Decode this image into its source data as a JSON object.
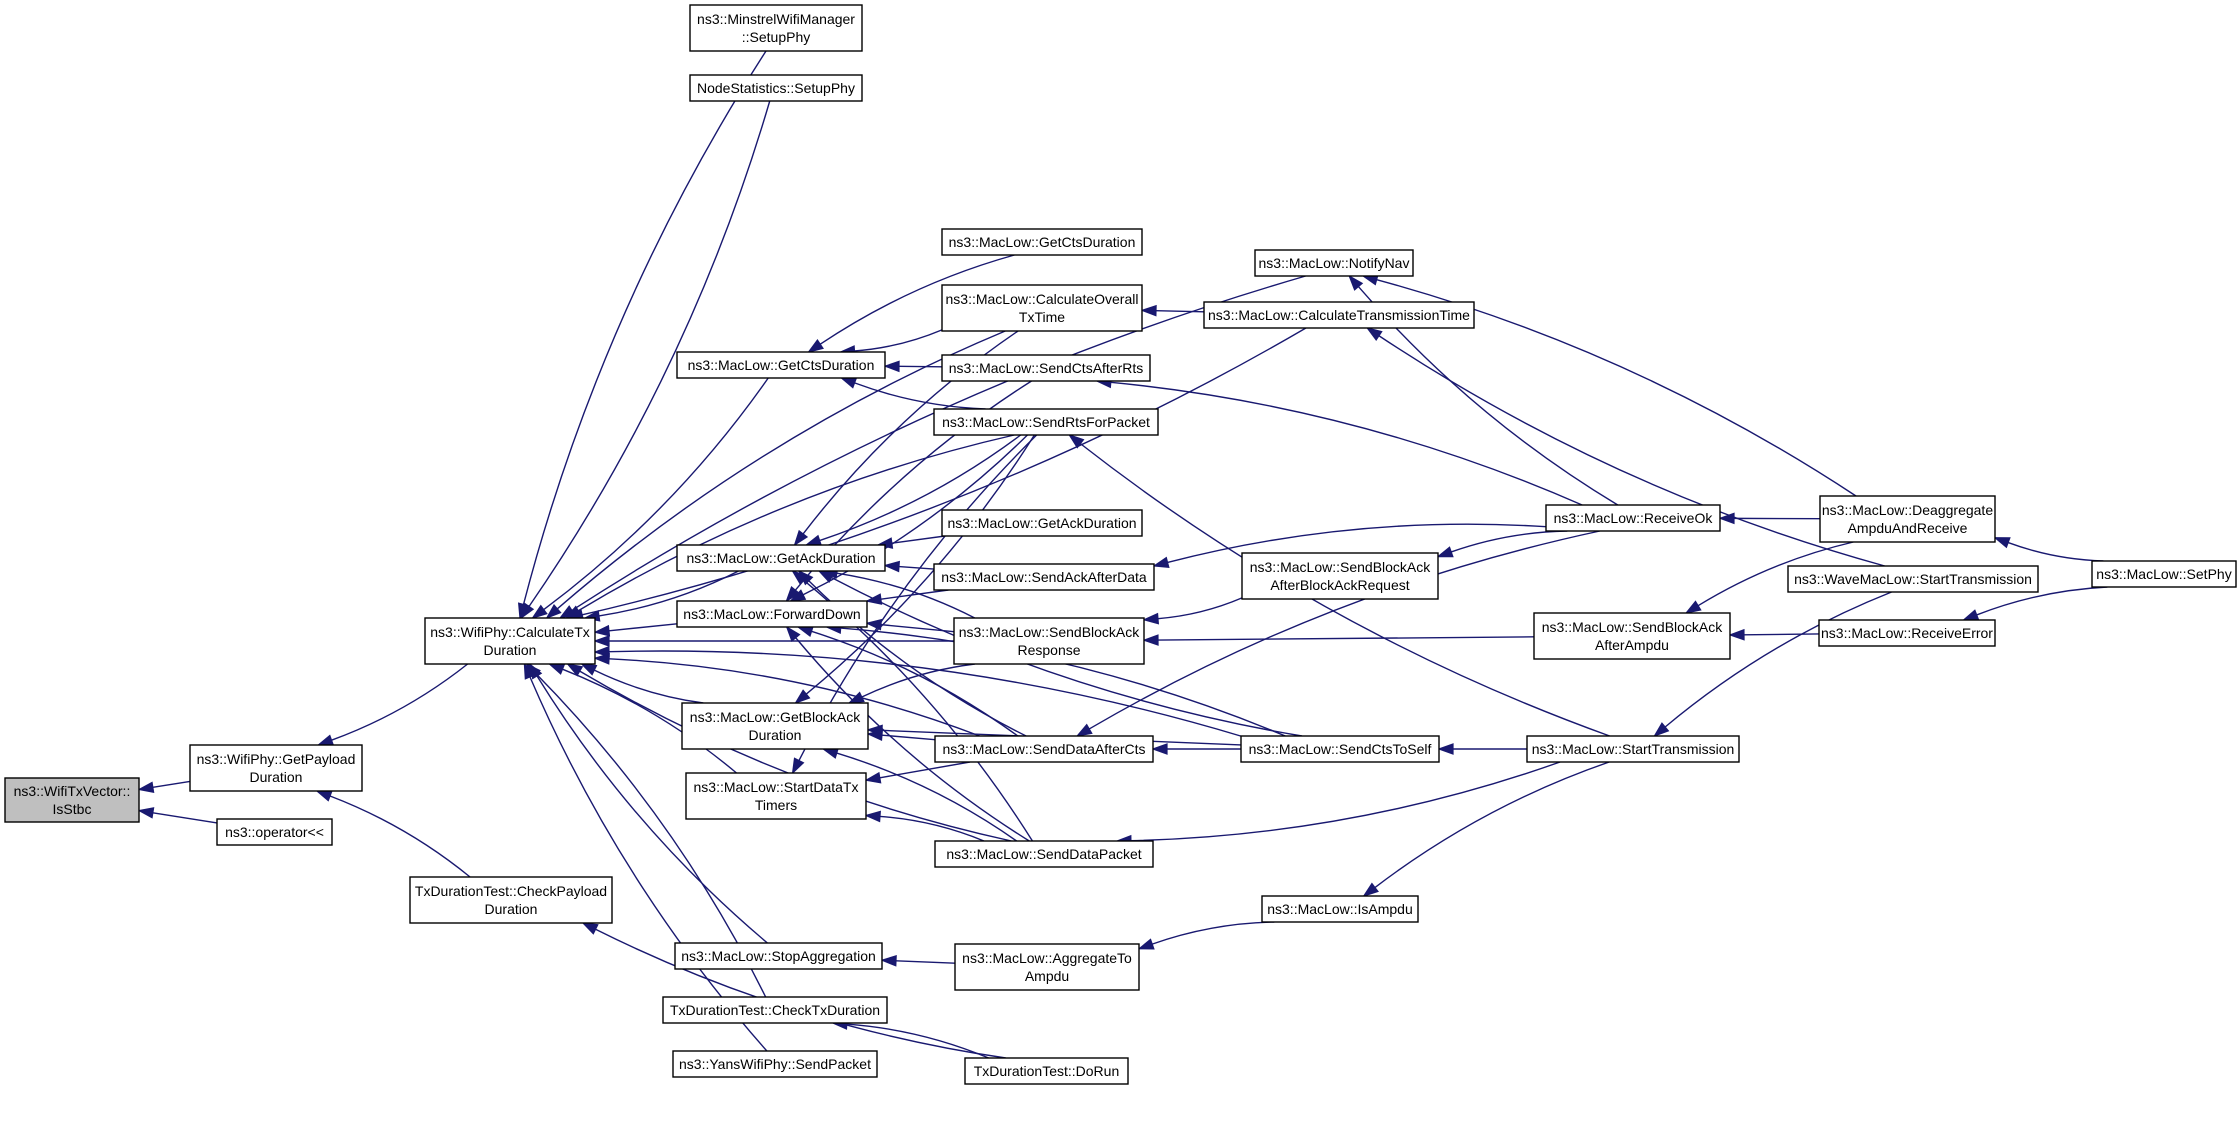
{
  "nodes": [
    {
      "id": "isstbc",
      "lines": [
        "ns3::WifiTxVector::",
        "IsStbc"
      ],
      "root": true
    },
    {
      "id": "getpayload",
      "lines": [
        "ns3::WifiPhy::GetPayload",
        "Duration"
      ]
    },
    {
      "id": "oplt",
      "lines": [
        "ns3::operator<<"
      ]
    },
    {
      "id": "calctx",
      "lines": [
        "ns3::WifiPhy::CalculateTx",
        "Duration"
      ]
    },
    {
      "id": "txchkpay",
      "lines": [
        "TxDurationTest::CheckPayload",
        "Duration"
      ]
    },
    {
      "id": "minstrel",
      "lines": [
        "ns3::MinstrelWifiManager",
        "::SetupPhy"
      ]
    },
    {
      "id": "nodestat",
      "lines": [
        "NodeStatistics::SetupPhy"
      ]
    },
    {
      "id": "getcts",
      "lines": [
        "ns3::MacLow::GetCtsDuration"
      ]
    },
    {
      "id": "getack",
      "lines": [
        "ns3::MacLow::GetAckDuration"
      ]
    },
    {
      "id": "fwd",
      "lines": [
        "ns3::MacLow::ForwardDown"
      ]
    },
    {
      "id": "getba",
      "lines": [
        "ns3::MacLow::GetBlockAck",
        "Duration"
      ]
    },
    {
      "id": "startdata",
      "lines": [
        "ns3::MacLow::StartDataTx",
        "Timers"
      ]
    },
    {
      "id": "stopagg",
      "lines": [
        "ns3::MacLow::StopAggregation"
      ]
    },
    {
      "id": "txchktx",
      "lines": [
        "TxDurationTest::CheckTxDuration"
      ]
    },
    {
      "id": "yans",
      "lines": [
        "ns3::YansWifiPhy::SendPacket"
      ]
    },
    {
      "id": "getcts2",
      "lines": [
        "ns3::MacLow::GetCtsDuration"
      ]
    },
    {
      "id": "calcover",
      "lines": [
        "ns3::MacLow::CalculateOverall",
        "TxTime"
      ]
    },
    {
      "id": "sendctsrts",
      "lines": [
        "ns3::MacLow::SendCtsAfterRts"
      ]
    },
    {
      "id": "sendrts",
      "lines": [
        "ns3::MacLow::SendRtsForPacket"
      ]
    },
    {
      "id": "getack2",
      "lines": [
        "ns3::MacLow::GetAckDuration"
      ]
    },
    {
      "id": "sendackdata",
      "lines": [
        "ns3::MacLow::SendAckAfterData"
      ]
    },
    {
      "id": "sendbaresp",
      "lines": [
        "ns3::MacLow::SendBlockAck",
        "Response"
      ]
    },
    {
      "id": "senddatacts",
      "lines": [
        "ns3::MacLow::SendDataAfterCts"
      ]
    },
    {
      "id": "senddatapkt",
      "lines": [
        "ns3::MacLow::SendDataPacket"
      ]
    },
    {
      "id": "aggto",
      "lines": [
        "ns3::MacLow::AggregateTo",
        "Ampdu"
      ]
    },
    {
      "id": "dorun",
      "lines": [
        "TxDurationTest::DoRun"
      ]
    },
    {
      "id": "notifynav",
      "lines": [
        "ns3::MacLow::NotifyNav"
      ]
    },
    {
      "id": "calctrans",
      "lines": [
        "ns3::MacLow::CalculateTransmissionTime"
      ]
    },
    {
      "id": "sendbabar",
      "lines": [
        "ns3::MacLow::SendBlockAck",
        "AfterBlockAckRequest"
      ]
    },
    {
      "id": "sendctsself",
      "lines": [
        "ns3::MacLow::SendCtsToSelf"
      ]
    },
    {
      "id": "isampdu",
      "lines": [
        "ns3::MacLow::IsAmpdu"
      ]
    },
    {
      "id": "receiveok",
      "lines": [
        "ns3::MacLow::ReceiveOk"
      ]
    },
    {
      "id": "sendbaampdu",
      "lines": [
        "ns3::MacLow::SendBlockAck",
        "AfterAmpdu"
      ]
    },
    {
      "id": "starttrans",
      "lines": [
        "ns3::MacLow::StartTransmission"
      ]
    },
    {
      "id": "deagg",
      "lines": [
        "ns3::MacLow::Deaggregate",
        "AmpduAndReceive"
      ]
    },
    {
      "id": "wavestart",
      "lines": [
        "ns3::WaveMacLow::StartTransmission"
      ]
    },
    {
      "id": "recverr",
      "lines": [
        "ns3::MacLow::ReceiveError"
      ]
    },
    {
      "id": "setphy",
      "lines": [
        "ns3::MacLow::SetPhy"
      ]
    }
  ],
  "edges": [
    {
      "from": "getpayload",
      "to": "isstbc"
    },
    {
      "from": "oplt",
      "to": "isstbc"
    },
    {
      "from": "calctx",
      "to": "getpayload"
    },
    {
      "from": "txchkpay",
      "to": "getpayload"
    },
    {
      "from": "dorun",
      "to": "txchkpay"
    },
    {
      "from": "minstrel",
      "to": "calctx"
    },
    {
      "from": "nodestat",
      "to": "calctx"
    },
    {
      "from": "notifynav",
      "to": "calctx"
    },
    {
      "from": "calctrans",
      "to": "calctx"
    },
    {
      "from": "calcover",
      "to": "calctx"
    },
    {
      "from": "getcts",
      "to": "calctx"
    },
    {
      "from": "sendrts",
      "to": "calctx"
    },
    {
      "from": "getack",
      "to": "calctx"
    },
    {
      "from": "fwd",
      "to": "calctx"
    },
    {
      "from": "sendbaresp",
      "to": "calctx"
    },
    {
      "from": "senddatacts",
      "to": "calctx"
    },
    {
      "from": "getba",
      "to": "calctx"
    },
    {
      "from": "startdata",
      "to": "calctx"
    },
    {
      "from": "senddatapkt",
      "to": "calctx"
    },
    {
      "from": "sendctsself",
      "to": "calctx"
    },
    {
      "from": "stopagg",
      "to": "calctx"
    },
    {
      "from": "txchktx",
      "to": "calctx"
    },
    {
      "from": "yans",
      "to": "calctx"
    },
    {
      "from": "getcts2",
      "to": "getcts"
    },
    {
      "from": "calcover",
      "to": "getcts"
    },
    {
      "from": "sendctsrts",
      "to": "getcts"
    },
    {
      "from": "sendrts",
      "to": "getcts"
    },
    {
      "from": "calcover",
      "to": "getack"
    },
    {
      "from": "sendrts",
      "to": "getack"
    },
    {
      "from": "getack2",
      "to": "getack"
    },
    {
      "from": "sendackdata",
      "to": "getack"
    },
    {
      "from": "sendbaresp",
      "to": "getack"
    },
    {
      "from": "senddatacts",
      "to": "getack"
    },
    {
      "from": "senddatapkt",
      "to": "getack"
    },
    {
      "from": "sendctsself",
      "to": "getack"
    },
    {
      "from": "sendctsrts",
      "to": "fwd"
    },
    {
      "from": "sendrts",
      "to": "fwd"
    },
    {
      "from": "sendackdata",
      "to": "fwd"
    },
    {
      "from": "sendbaresp",
      "to": "fwd"
    },
    {
      "from": "senddatacts",
      "to": "fwd"
    },
    {
      "from": "senddatapkt",
      "to": "fwd"
    },
    {
      "from": "sendctsself",
      "to": "fwd"
    },
    {
      "from": "sendrts",
      "to": "getba"
    },
    {
      "from": "sendbaresp",
      "to": "getba"
    },
    {
      "from": "senddatacts",
      "to": "getba"
    },
    {
      "from": "senddatapkt",
      "to": "getba"
    },
    {
      "from": "sendctsself",
      "to": "getba"
    },
    {
      "from": "sendrts",
      "to": "startdata"
    },
    {
      "from": "senddatacts",
      "to": "startdata"
    },
    {
      "from": "senddatapkt",
      "to": "startdata"
    },
    {
      "from": "aggto",
      "to": "stopagg"
    },
    {
      "from": "dorun",
      "to": "txchktx"
    },
    {
      "from": "calctrans",
      "to": "calcover"
    },
    {
      "from": "receiveok",
      "to": "sendctsrts"
    },
    {
      "from": "starttrans",
      "to": "sendrts"
    },
    {
      "from": "receiveok",
      "to": "sendackdata"
    },
    {
      "from": "sendbabar",
      "to": "sendbaresp"
    },
    {
      "from": "sendbaampdu",
      "to": "sendbaresp"
    },
    {
      "from": "sendctsself",
      "to": "senddatacts"
    },
    {
      "from": "receiveok",
      "to": "senddatacts"
    },
    {
      "from": "starttrans",
      "to": "senddatapkt"
    },
    {
      "from": "isampdu",
      "to": "aggto"
    },
    {
      "from": "receiveok",
      "to": "notifynav"
    },
    {
      "from": "deagg",
      "to": "notifynav"
    },
    {
      "from": "wavestart",
      "to": "calctrans"
    },
    {
      "from": "receiveok",
      "to": "sendbabar"
    },
    {
      "from": "starttrans",
      "to": "sendctsself"
    },
    {
      "from": "starttrans",
      "to": "isampdu"
    },
    {
      "from": "deagg",
      "to": "receiveok"
    },
    {
      "from": "deagg",
      "to": "sendbaampdu"
    },
    {
      "from": "recverr",
      "to": "sendbaampdu"
    },
    {
      "from": "wavestart",
      "to": "starttrans"
    },
    {
      "from": "setphy",
      "to": "deagg"
    },
    {
      "from": "setphy",
      "to": "recverr"
    }
  ]
}
